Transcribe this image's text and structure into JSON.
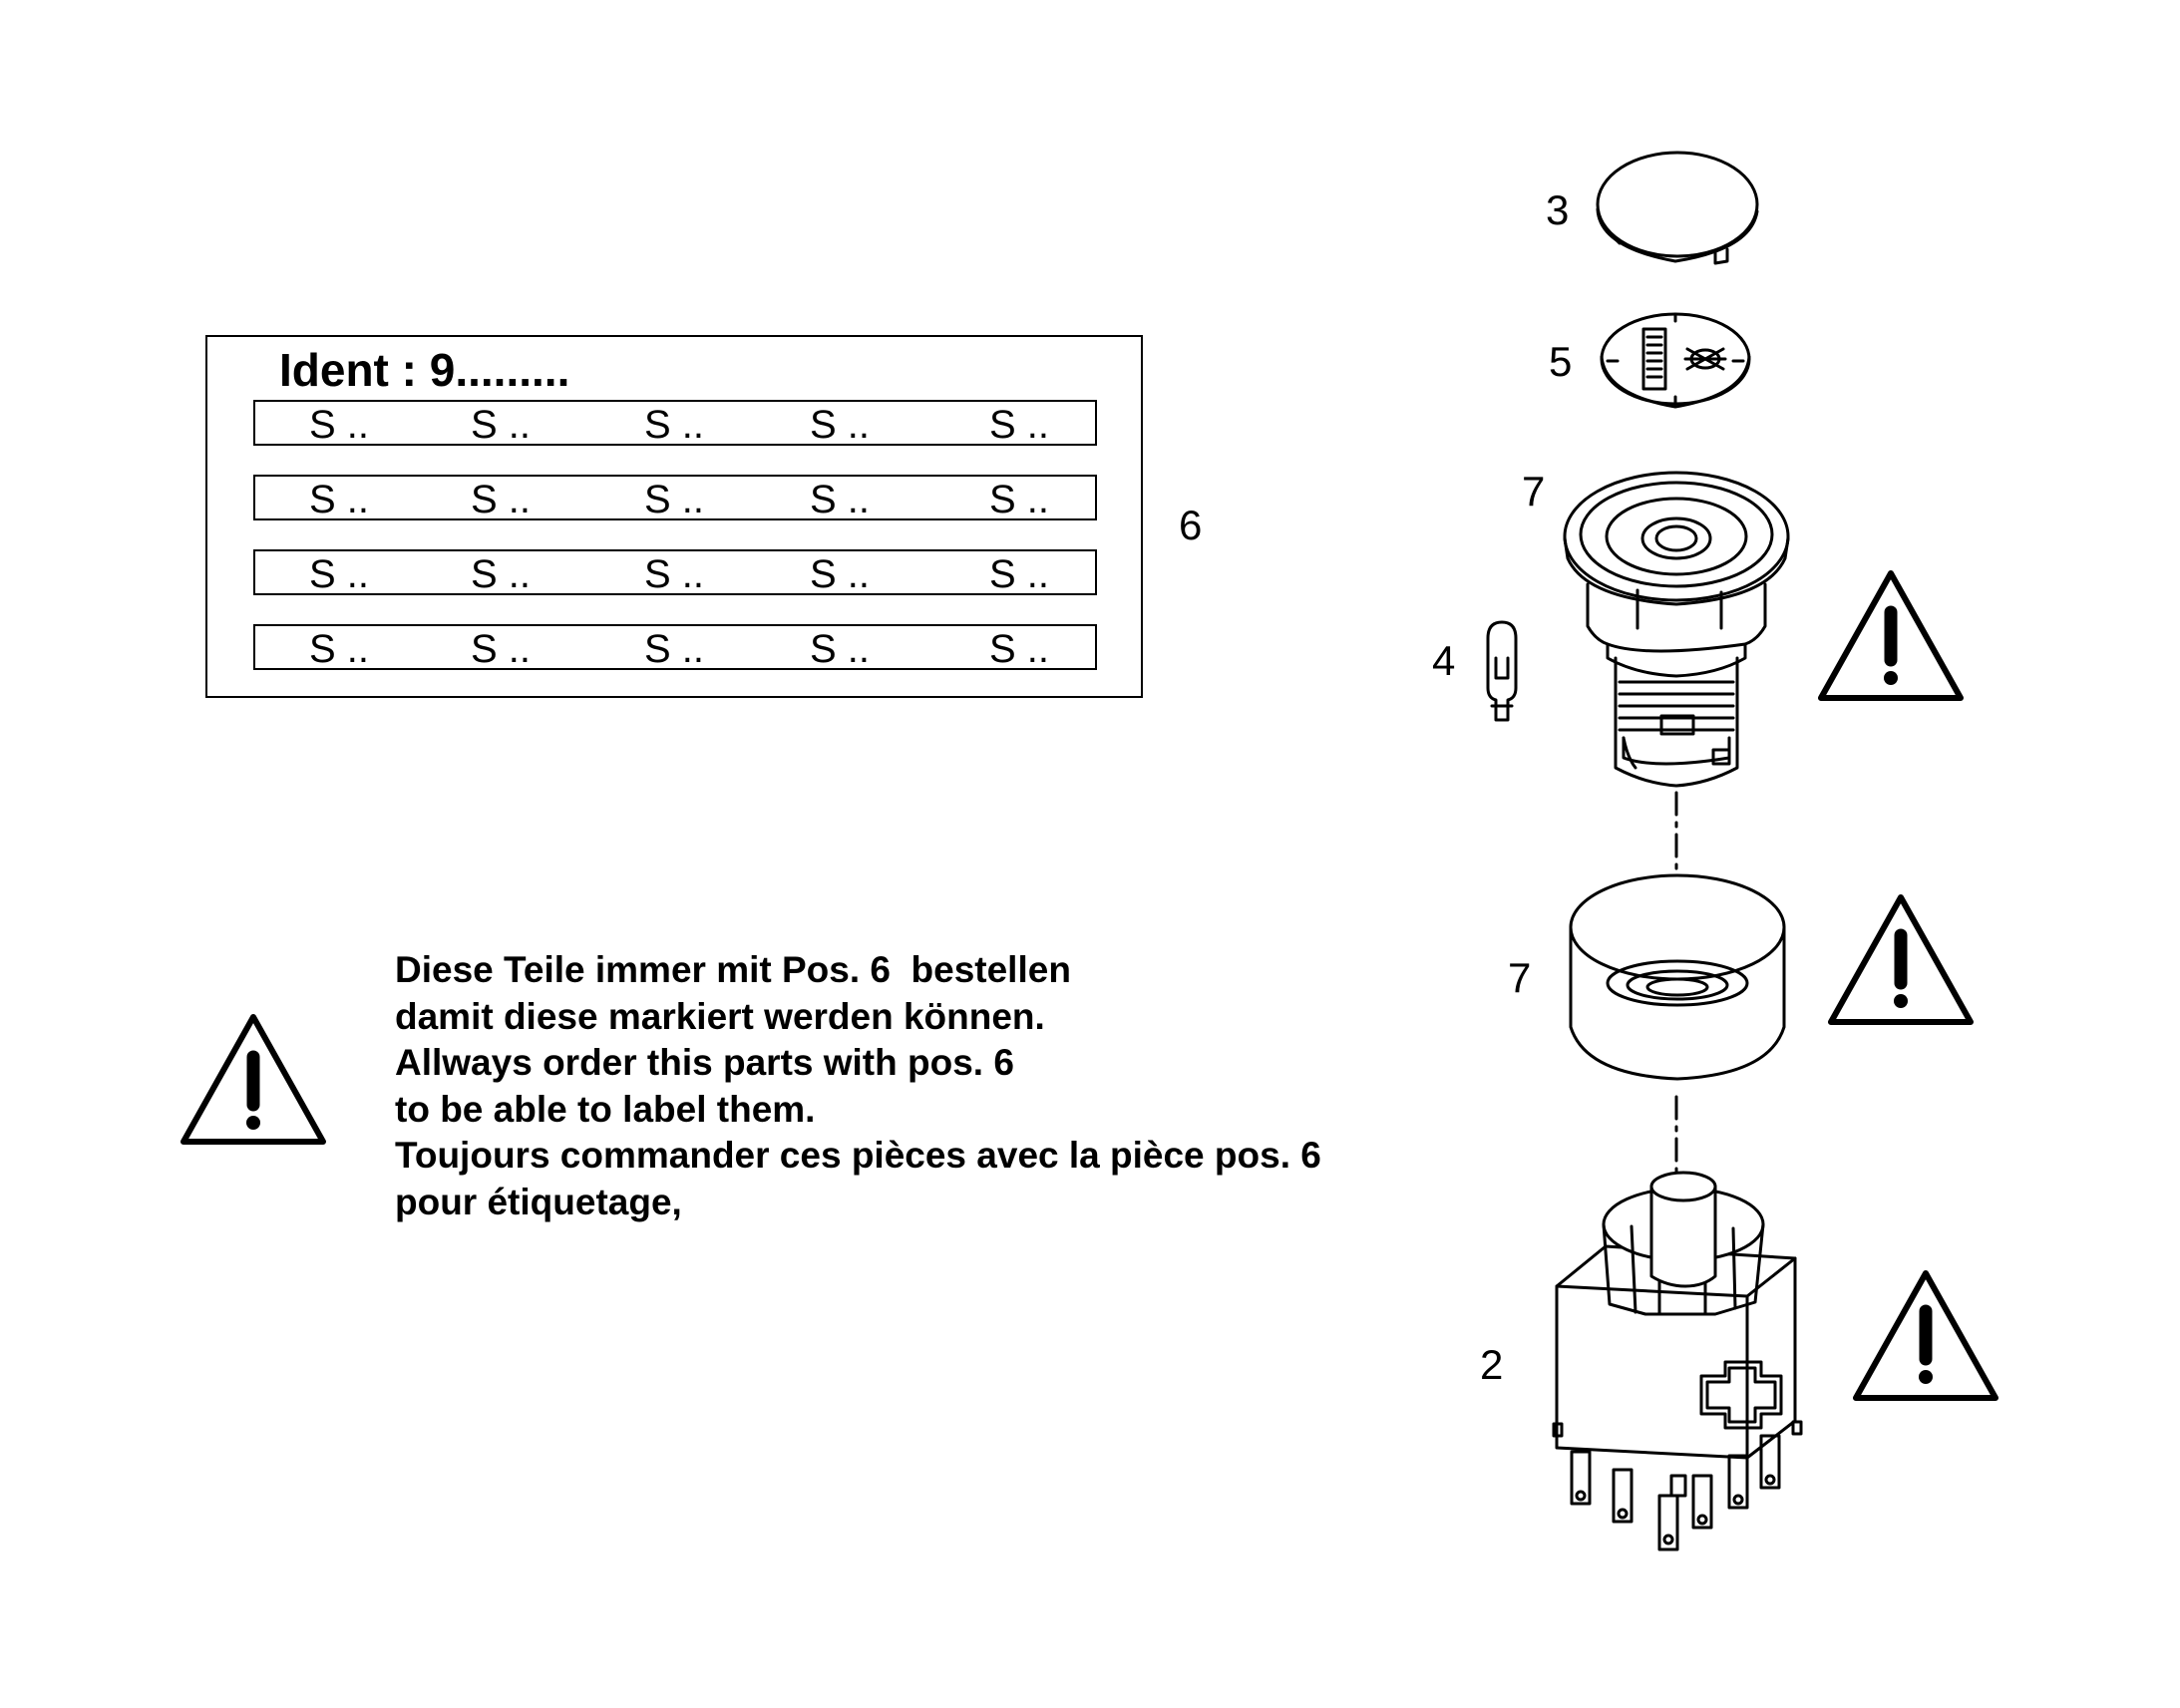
{
  "label_card": {
    "ident": "Ident : 9.........",
    "rows": [
      [
        "S ..",
        "S ..",
        "S ..",
        "S ..",
        "S .."
      ],
      [
        "S ..",
        "S ..",
        "S ..",
        "S ..",
        "S .."
      ],
      [
        "S ..",
        "S ..",
        "S ..",
        "S ..",
        "S .."
      ],
      [
        "S ..",
        "S ..",
        "S ..",
        "S ..",
        "S .."
      ]
    ]
  },
  "part_numbers": {
    "p3": "3",
    "p5": "5",
    "p7_top": "7",
    "p4": "4",
    "p6": "6",
    "p7_ring": "7",
    "p2": "2"
  },
  "notice": {
    "line1": "Diese Teile immer mit Pos. 6  bestellen",
    "line2": "damit diese markiert werden können.",
    "line3": "Allways order this parts with pos. 6",
    "line4": "to be able to label them.",
    "line5": "Toujours commander ces pièces avec la pièce pos. 6",
    "line6": "pour étiquetage,"
  },
  "icons": [
    "warning-triangle-icon"
  ]
}
